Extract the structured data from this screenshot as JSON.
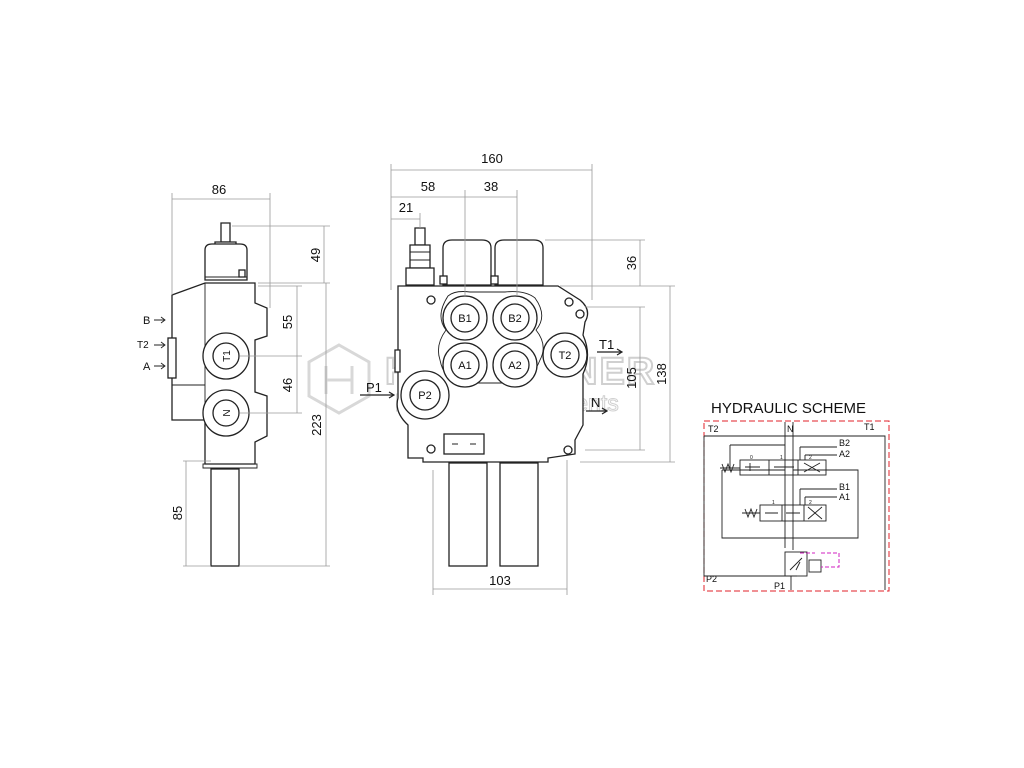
{
  "watermark": {
    "brand": "HYDROLINER",
    "tagline": "hydraulic components"
  },
  "side_view": {
    "dimensions": {
      "width": "86",
      "top": "49",
      "upper": "55",
      "lower": "46",
      "total": "223",
      "lever": "85"
    },
    "ports": {
      "t1": "T1",
      "n": "N"
    },
    "arrows": {
      "b": "B",
      "t2": "T2",
      "a": "A"
    }
  },
  "front_view": {
    "dimensions": {
      "width": "160",
      "a": "58",
      "b": "38",
      "c": "21",
      "top": "36",
      "mid": "105",
      "height": "138",
      "base": "103"
    },
    "ports": {
      "b1": "B1",
      "b2": "B2",
      "a1": "A1",
      "a2": "A2",
      "t2": "T2",
      "p2": "P2"
    },
    "flow_labels": {
      "p1": "P1",
      "t1": "T1",
      "n": "N"
    }
  },
  "hydraulic_scheme": {
    "title": "HYDRAULIC SCHEME",
    "labels": {
      "t2": "T2",
      "n": "N",
      "t1": "T1",
      "b2": "B2",
      "a2": "A2",
      "b1": "B1",
      "a1": "A1",
      "p2": "P2",
      "p1": "P1"
    },
    "spool_numbers": {
      "n0": "0",
      "n1": "1",
      "n2": "2"
    },
    "colors": {
      "boundary": "#e0202a",
      "pilot": "#d020c0"
    }
  }
}
